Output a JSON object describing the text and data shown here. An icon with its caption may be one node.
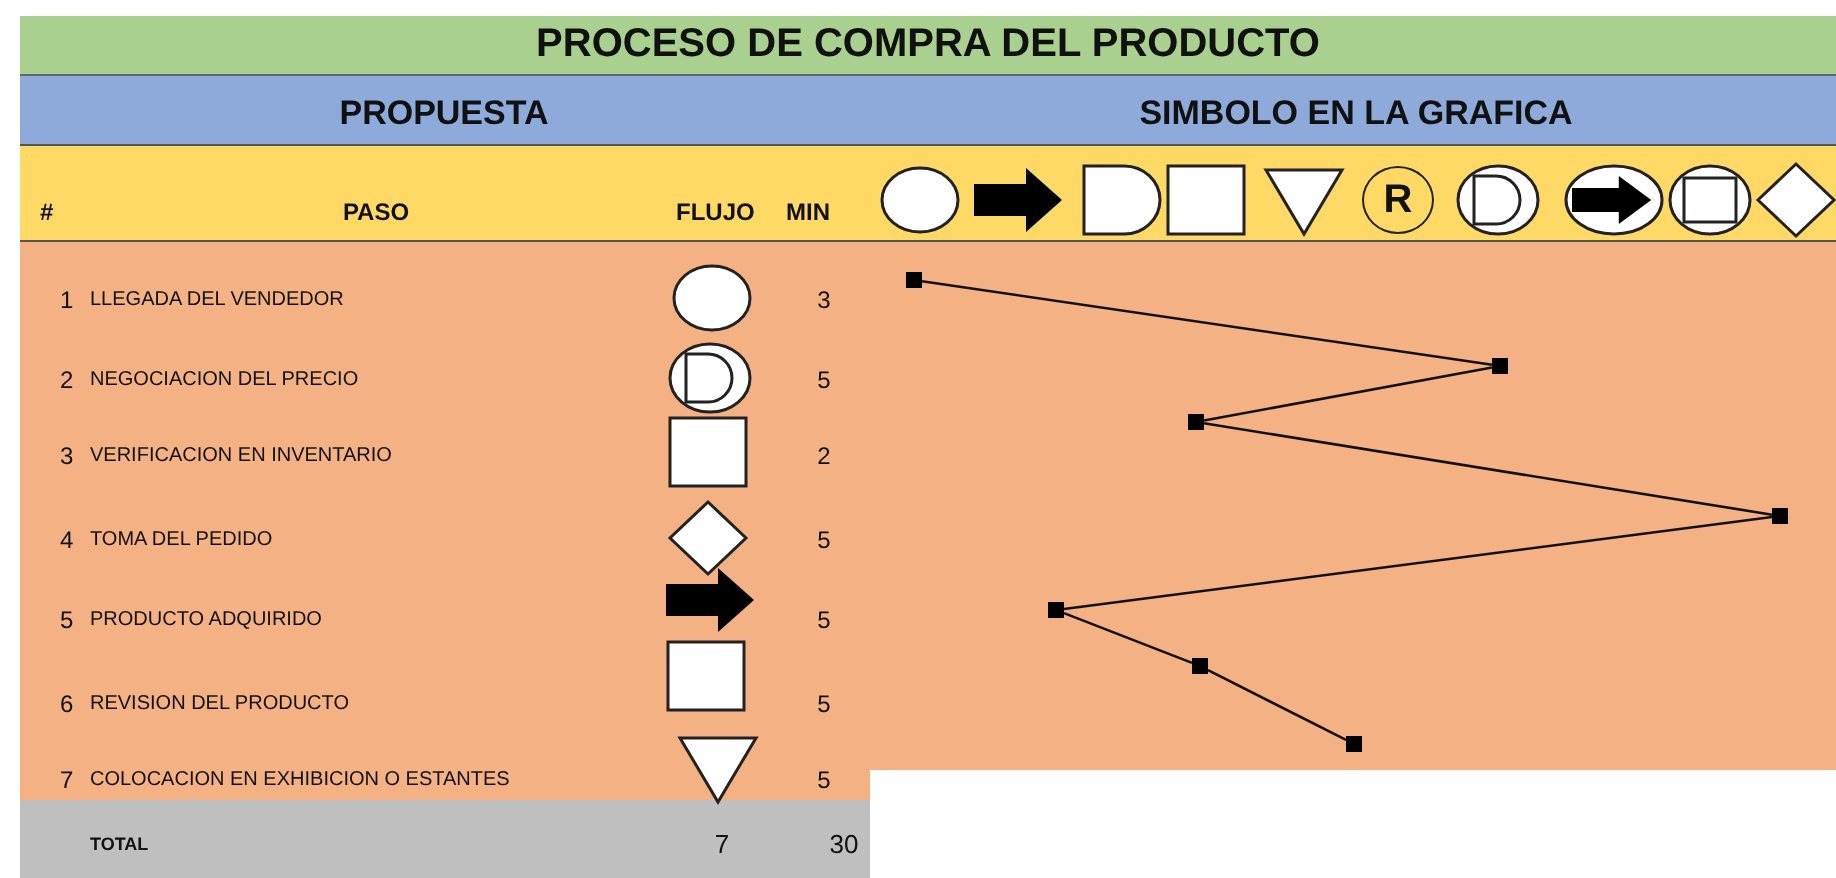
{
  "diagram": {
    "title": "PROCESO DE COMPRA DEL PRODUCTO",
    "nodes": [
      {
        "text": [],
        "shape": "box"
      },
      {
        "text": [],
        "shape": "box"
      },
      {
        "text": [],
        "shape": "box"
      },
      {
        "text": [],
        "shape": "box"
      },
      {
        "text": [],
        "shape": "box"
      },
      {
        "text": [],
        "shape": "box"
      },
      {
        "text": [],
        "shape": "box"
      }
    ],
    "edges": [
      {
        "from": 0,
        "to": 1,
        "arrow": "none"
      },
      {
        "from": 1,
        "to": 2,
        "arrow": "none"
      },
      {
        "from": 2,
        "to": 3,
        "arrow": "none"
      },
      {
        "from": 3,
        "to": 4,
        "arrow": "none"
      },
      {
        "from": 4,
        "to": 5,
        "arrow": "none"
      },
      {
        "from": 5,
        "to": 6,
        "arrow": "none"
      }
    ],
    "labels": [
      "PROPUESTA",
      "SIMBOLO EN LA GRAFICA",
      "#",
      "PASO",
      "FLUJO",
      "MIN",
      "R",
      "1",
      "LLEGADA DEL VENDEDOR",
      "3",
      "2",
      "NEGOCIACION DEL PRECIO",
      "5",
      "3",
      "VERIFICACION EN INVENTARIO",
      "2",
      "4",
      "TOMA DEL PEDIDO",
      "5",
      "5",
      "PRODUCTO ADQUIRIDO",
      "5",
      "6",
      "REVISION DEL PRODUCTO",
      "5",
      "7",
      "COLOCACION EN EXHIBICION O ESTANTES",
      "5",
      "TOTAL",
      "7",
      "30"
    ]
  }
}
